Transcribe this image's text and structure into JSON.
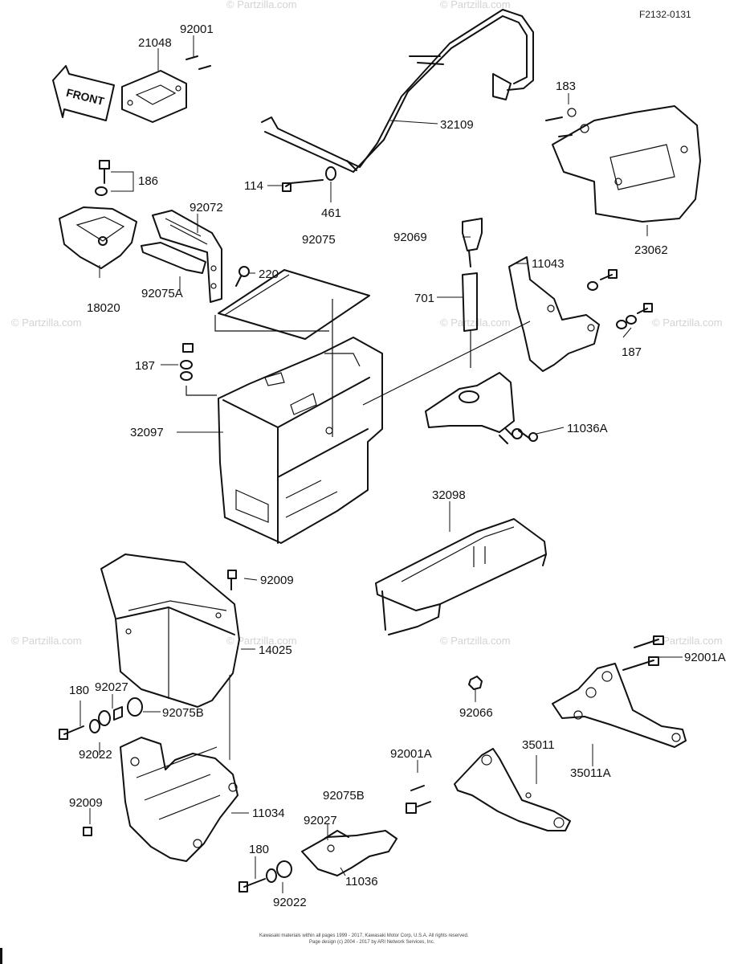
{
  "diagram_ref": "F2132-0131",
  "front_label": "FRONT",
  "watermark": "© Partzilla.com",
  "copyright": [
    "Kawasaki materials within all pages 1999 - 2017, Kawasaki Motor Corp, U.S.A. All rights reserved.",
    "Page design (c) 2004 - 2017 by ARI Network Services, Inc."
  ],
  "parts": {
    "p92001": "92001",
    "p21048": "21048",
    "p32109": "32109",
    "p183": "183",
    "p186": "186",
    "p114": "114",
    "p461": "461",
    "p92072": "92072",
    "p92075": "92075",
    "p92069": "92069",
    "p11043": "11043",
    "p23062": "23062",
    "p220": "220",
    "p92075A": "92075A",
    "p18020": "18020",
    "p701": "701",
    "p187a": "187",
    "p187b": "187",
    "p32097": "32097",
    "p11036A": "11036A",
    "p32098": "32098",
    "p92009a": "92009",
    "p14025": "14025",
    "p180a": "180",
    "p92027a": "92027",
    "p92075Ba": "92075B",
    "p92022a": "92022",
    "p92001Aa": "92001A",
    "p92066": "92066",
    "p92001Ab": "92001A",
    "p35011": "35011",
    "p35011A": "35011A",
    "p92009b": "92009",
    "p11034": "11034",
    "p92075Bb": "92075B",
    "p92027b": "92027",
    "p180b": "180",
    "p11036": "11036",
    "p92022b": "92022"
  }
}
